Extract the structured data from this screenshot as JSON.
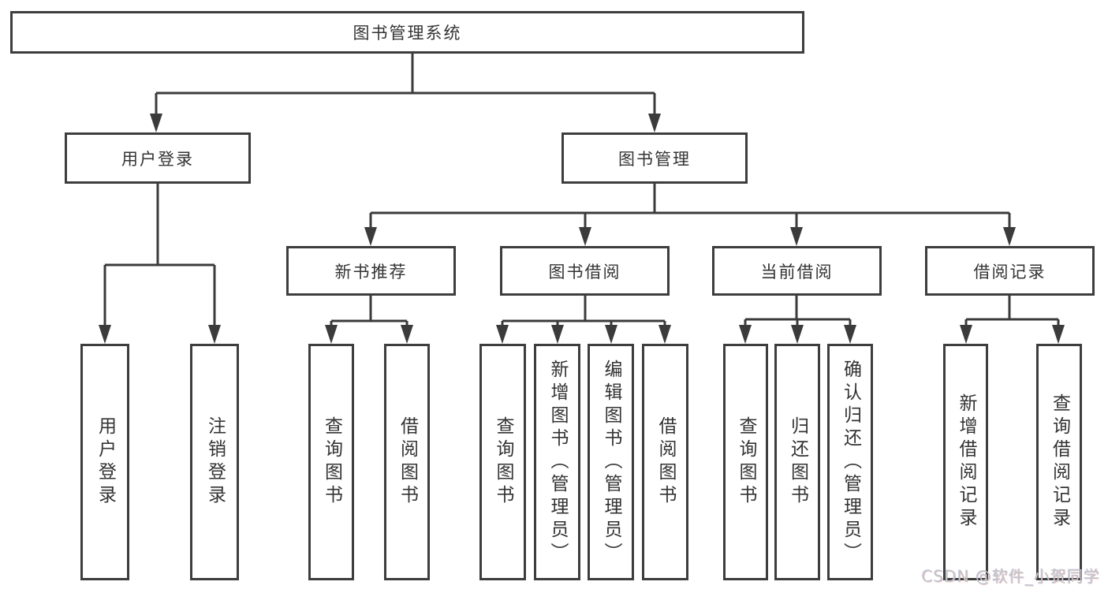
{
  "diagram": {
    "root": {
      "label": "图书管理系统",
      "children": [
        {
          "label": "用户登录",
          "children": [
            {
              "label": "用户登录"
            },
            {
              "label": "注销登录"
            }
          ]
        },
        {
          "label": "图书管理",
          "children": [
            {
              "label": "新书推荐",
              "children": [
                {
                  "label": "查询图书"
                },
                {
                  "label": "借阅图书"
                }
              ]
            },
            {
              "label": "图书借阅",
              "children": [
                {
                  "label": "查询图书"
                },
                {
                  "label": "新增图书（管理员）"
                },
                {
                  "label": "编辑图书（管理员）"
                },
                {
                  "label": "借阅图书"
                }
              ]
            },
            {
              "label": "当前借阅",
              "children": [
                {
                  "label": "查询图书"
                },
                {
                  "label": "归还图书"
                },
                {
                  "label": "确认归还（管理员）"
                }
              ]
            },
            {
              "label": "借阅记录",
              "children": [
                {
                  "label": "新增借阅记录"
                },
                {
                  "label": "查询借阅记录"
                }
              ]
            }
          ]
        }
      ]
    }
  },
  "watermark": {
    "text": "CSDN @软件_小贺同学"
  },
  "colors": {
    "line": "#3b3b3b",
    "box_border": "#3d3d3d",
    "text": "#333333",
    "background": "#ffffff",
    "watermark_text": "#c6c6c6"
  }
}
